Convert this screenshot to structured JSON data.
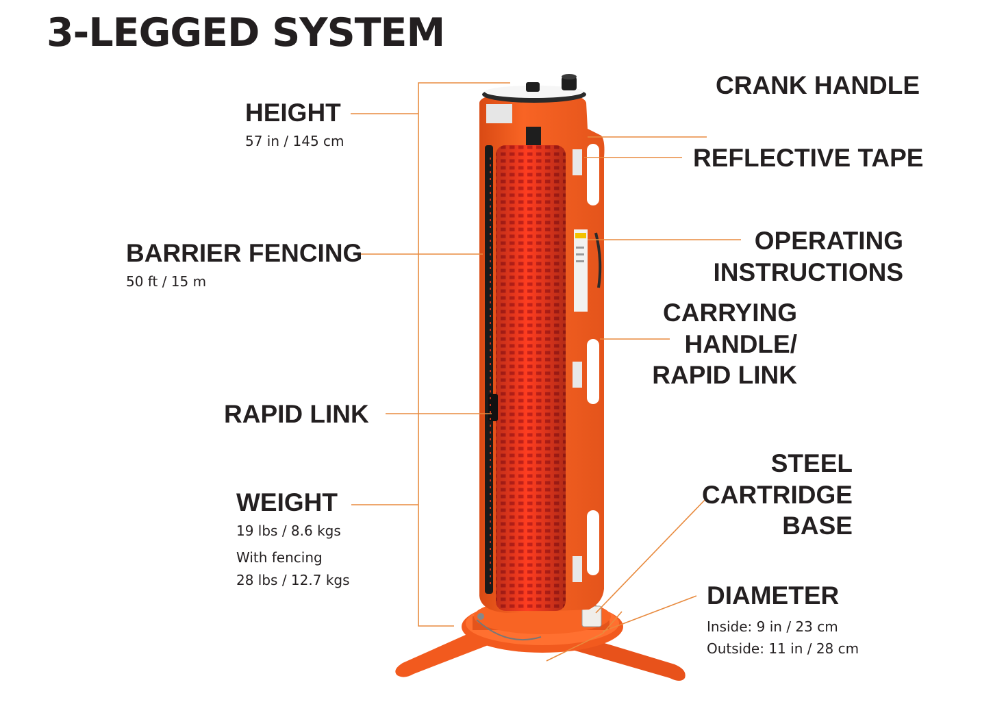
{
  "title": "3-LEGGED SYSTEM",
  "colors": {
    "accent_line": "#e88a3e",
    "product_orange": "#f25a1e",
    "fence_orange": "#ff3d20",
    "dark": "#231f20"
  },
  "labels": {
    "height": {
      "title": "HEIGHT",
      "detail": "57 in / 145 cm"
    },
    "barrier_fencing": {
      "title": "BARRIER FENCING",
      "detail": "50 ft / 15 m"
    },
    "rapid_link": {
      "title": "RAPID LINK"
    },
    "weight": {
      "title": "WEIGHT",
      "detail1": "19 lbs / 8.6 kgs",
      "detail2": "With fencing",
      "detail3": "28 lbs / 12.7 kgs"
    },
    "crank_handle": {
      "title": "CRANK HANDLE"
    },
    "reflective_tape": {
      "title": "REFLECTIVE TAPE"
    },
    "operating_instructions": {
      "line1": "OPERATING",
      "line2": "INSTRUCTIONS"
    },
    "carrying_handle": {
      "line1": "CARRYING",
      "line2": "HANDLE/",
      "line3": "RAPID LINK"
    },
    "steel_base": {
      "line1": "STEEL",
      "line2": "CARTRIDGE",
      "line3": "BASE"
    },
    "diameter": {
      "title": "DIAMETER",
      "inside": "Inside: 9 in / 23 cm",
      "outside": "Outside: 11 in / 28 cm"
    }
  }
}
